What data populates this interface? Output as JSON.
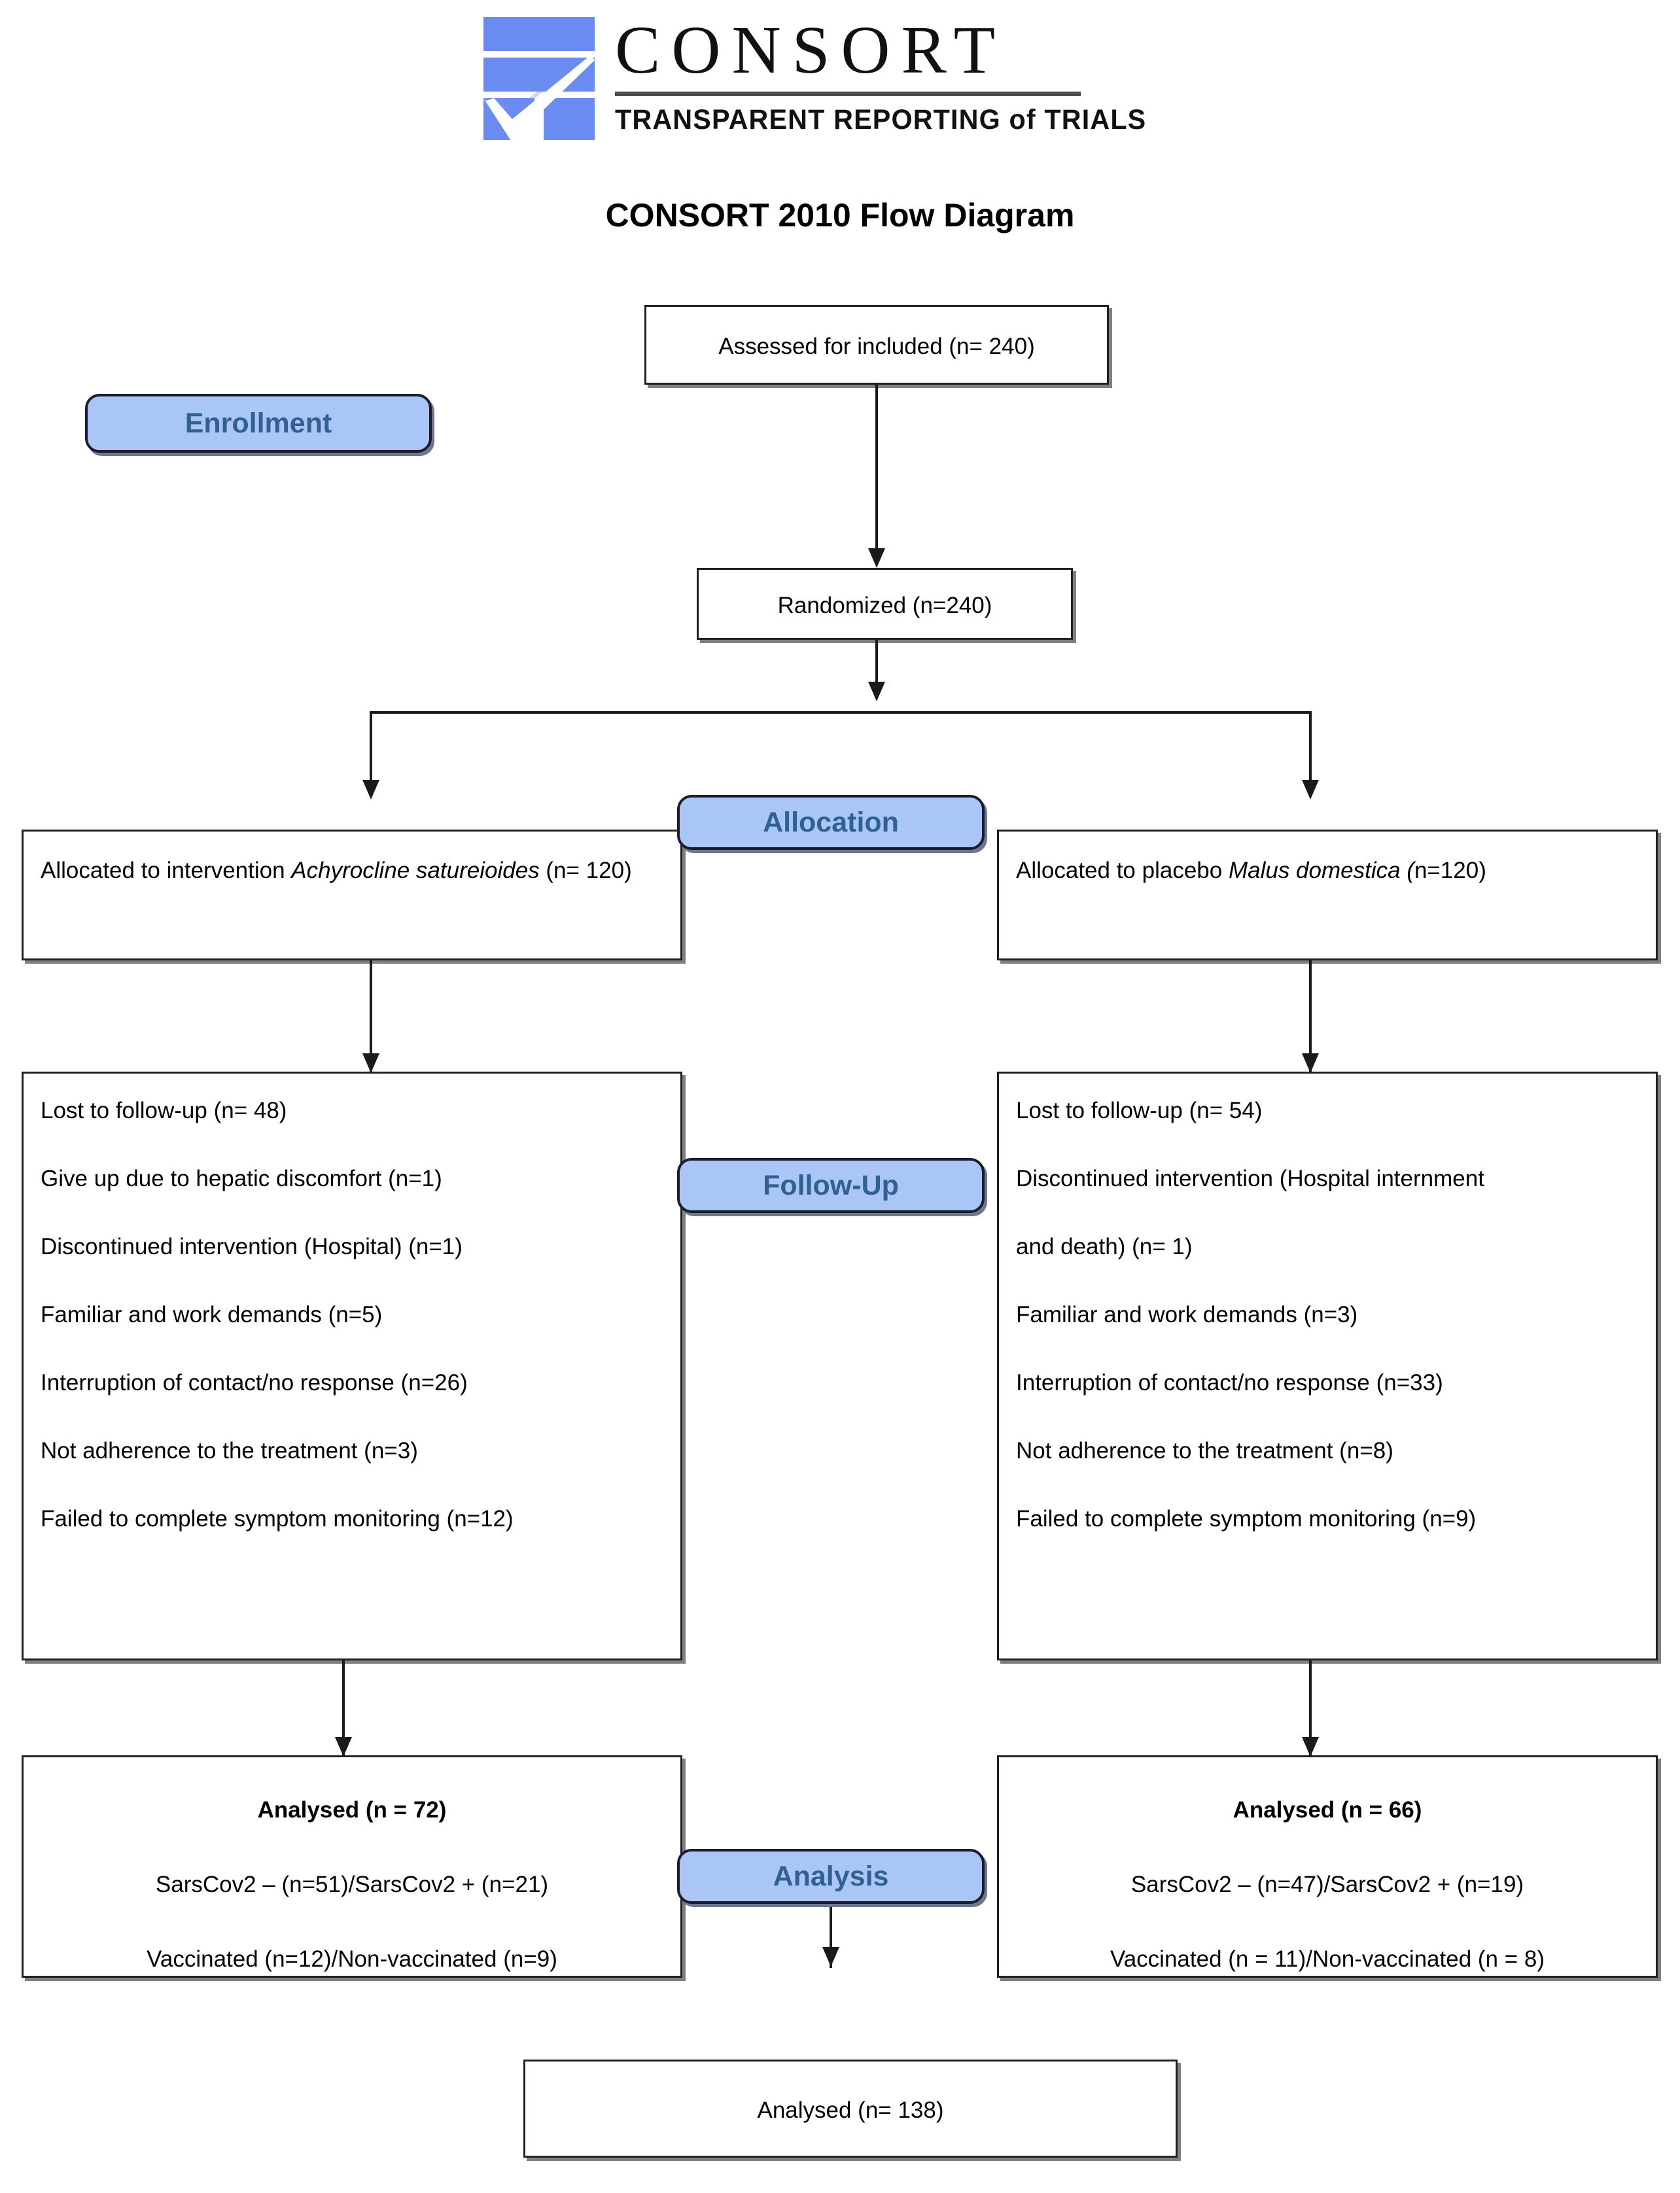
{
  "logo": {
    "wordmark": "CONSORT",
    "tagline": "TRANSPARENT REPORTING of TRIALS",
    "mark_name": "consort-checkmark-logo",
    "accent_color": "#6a8cf0"
  },
  "title": "CONSORT 2010 Flow Diagram",
  "stages": {
    "enrollment": "Enrollment",
    "allocation": "Allocation",
    "followup": "Follow-Up",
    "analysis": "Analysis",
    "badge_fill": "#a9c6f7",
    "badge_text_color": "#31628f"
  },
  "enrollment": {
    "assessed": "Assessed for included (n= 240)",
    "randomized": "Randomized (n=240)"
  },
  "allocation": {
    "intervention": {
      "prefix": "Allocated to intervention ",
      "species": "Achyrocline satureioides",
      "suffix": " (n= 120)"
    },
    "placebo": {
      "prefix": "Allocated to placebo ",
      "species": "Malus domestica (",
      "suffix": "n=120)"
    }
  },
  "followup": {
    "intervention": [
      "Lost to follow-up (n= 48)",
      "Give up due to hepatic discomfort (n=1)",
      "Discontinued intervention (Hospital) (n=1)",
      "Familiar and work demands (n=5)",
      "Interruption of contact/no response (n=26)",
      "Not adherence to the treatment (n=3)",
      "Failed to complete symptom monitoring (n=12)"
    ],
    "placebo": [
      "Lost to follow-up (n= 54)",
      "Discontinued intervention (Hospital internment",
      "and death) (n= 1)",
      "Familiar and work demands (n=3)",
      "Interruption of contact/no response (n=33)",
      "Not adherence to the treatment (n=8)",
      "Failed to complete symptom monitoring (n=9)"
    ]
  },
  "analysis": {
    "intervention": {
      "heading": "Analysed  (n = 72)",
      "lines": [
        "SarsCov2 – (n=51)/SarsCov2 + (n=21)",
        "Vaccinated (n=12)/Non-vaccinated (n=9)"
      ]
    },
    "placebo": {
      "heading": "Analysed  (n = 66)",
      "lines": [
        "SarsCov2 – (n=47)/SarsCov2 + (n=19)",
        "Vaccinated (n = 11)/Non-vaccinated (n = 8)"
      ]
    },
    "total": "Analysed  (n= 138)"
  },
  "chart_data": {
    "type": "diagram",
    "title": "CONSORT 2010 Flow Diagram",
    "nodes": [
      {
        "id": "assessed",
        "stage": "Enrollment",
        "label": "Assessed for included (n= 240)",
        "n": 240
      },
      {
        "id": "randomized",
        "stage": "Enrollment",
        "label": "Randomized (n=240)",
        "n": 240
      },
      {
        "id": "alloc-intervention",
        "stage": "Allocation",
        "label": "Allocated to intervention Achyrocline satureioides (n= 120)",
        "n": 120
      },
      {
        "id": "alloc-placebo",
        "stage": "Allocation",
        "label": "Allocated to placebo Malus domestica (n=120)",
        "n": 120
      },
      {
        "id": "followup-intervention",
        "stage": "Follow-Up",
        "lost": 48,
        "n": 48
      },
      {
        "id": "followup-placebo",
        "stage": "Follow-Up",
        "lost": 54,
        "n": 54
      },
      {
        "id": "analysed-intervention",
        "stage": "Analysis",
        "label": "Analysed  (n = 72)",
        "n": 72
      },
      {
        "id": "analysed-placebo",
        "stage": "Analysis",
        "label": "Analysed  (n = 66)",
        "n": 66
      },
      {
        "id": "analysed-total",
        "stage": "Analysis",
        "label": "Analysed  (n= 138)",
        "n": 138
      }
    ],
    "edges": [
      [
        "assessed",
        "randomized"
      ],
      [
        "randomized",
        "alloc-intervention"
      ],
      [
        "randomized",
        "alloc-placebo"
      ],
      [
        "alloc-intervention",
        "followup-intervention"
      ],
      [
        "alloc-placebo",
        "followup-placebo"
      ],
      [
        "followup-intervention",
        "analysed-intervention"
      ],
      [
        "followup-placebo",
        "analysed-placebo"
      ],
      [
        "analysed-intervention",
        "analysed-total"
      ],
      [
        "analysed-placebo",
        "analysed-total"
      ]
    ]
  }
}
